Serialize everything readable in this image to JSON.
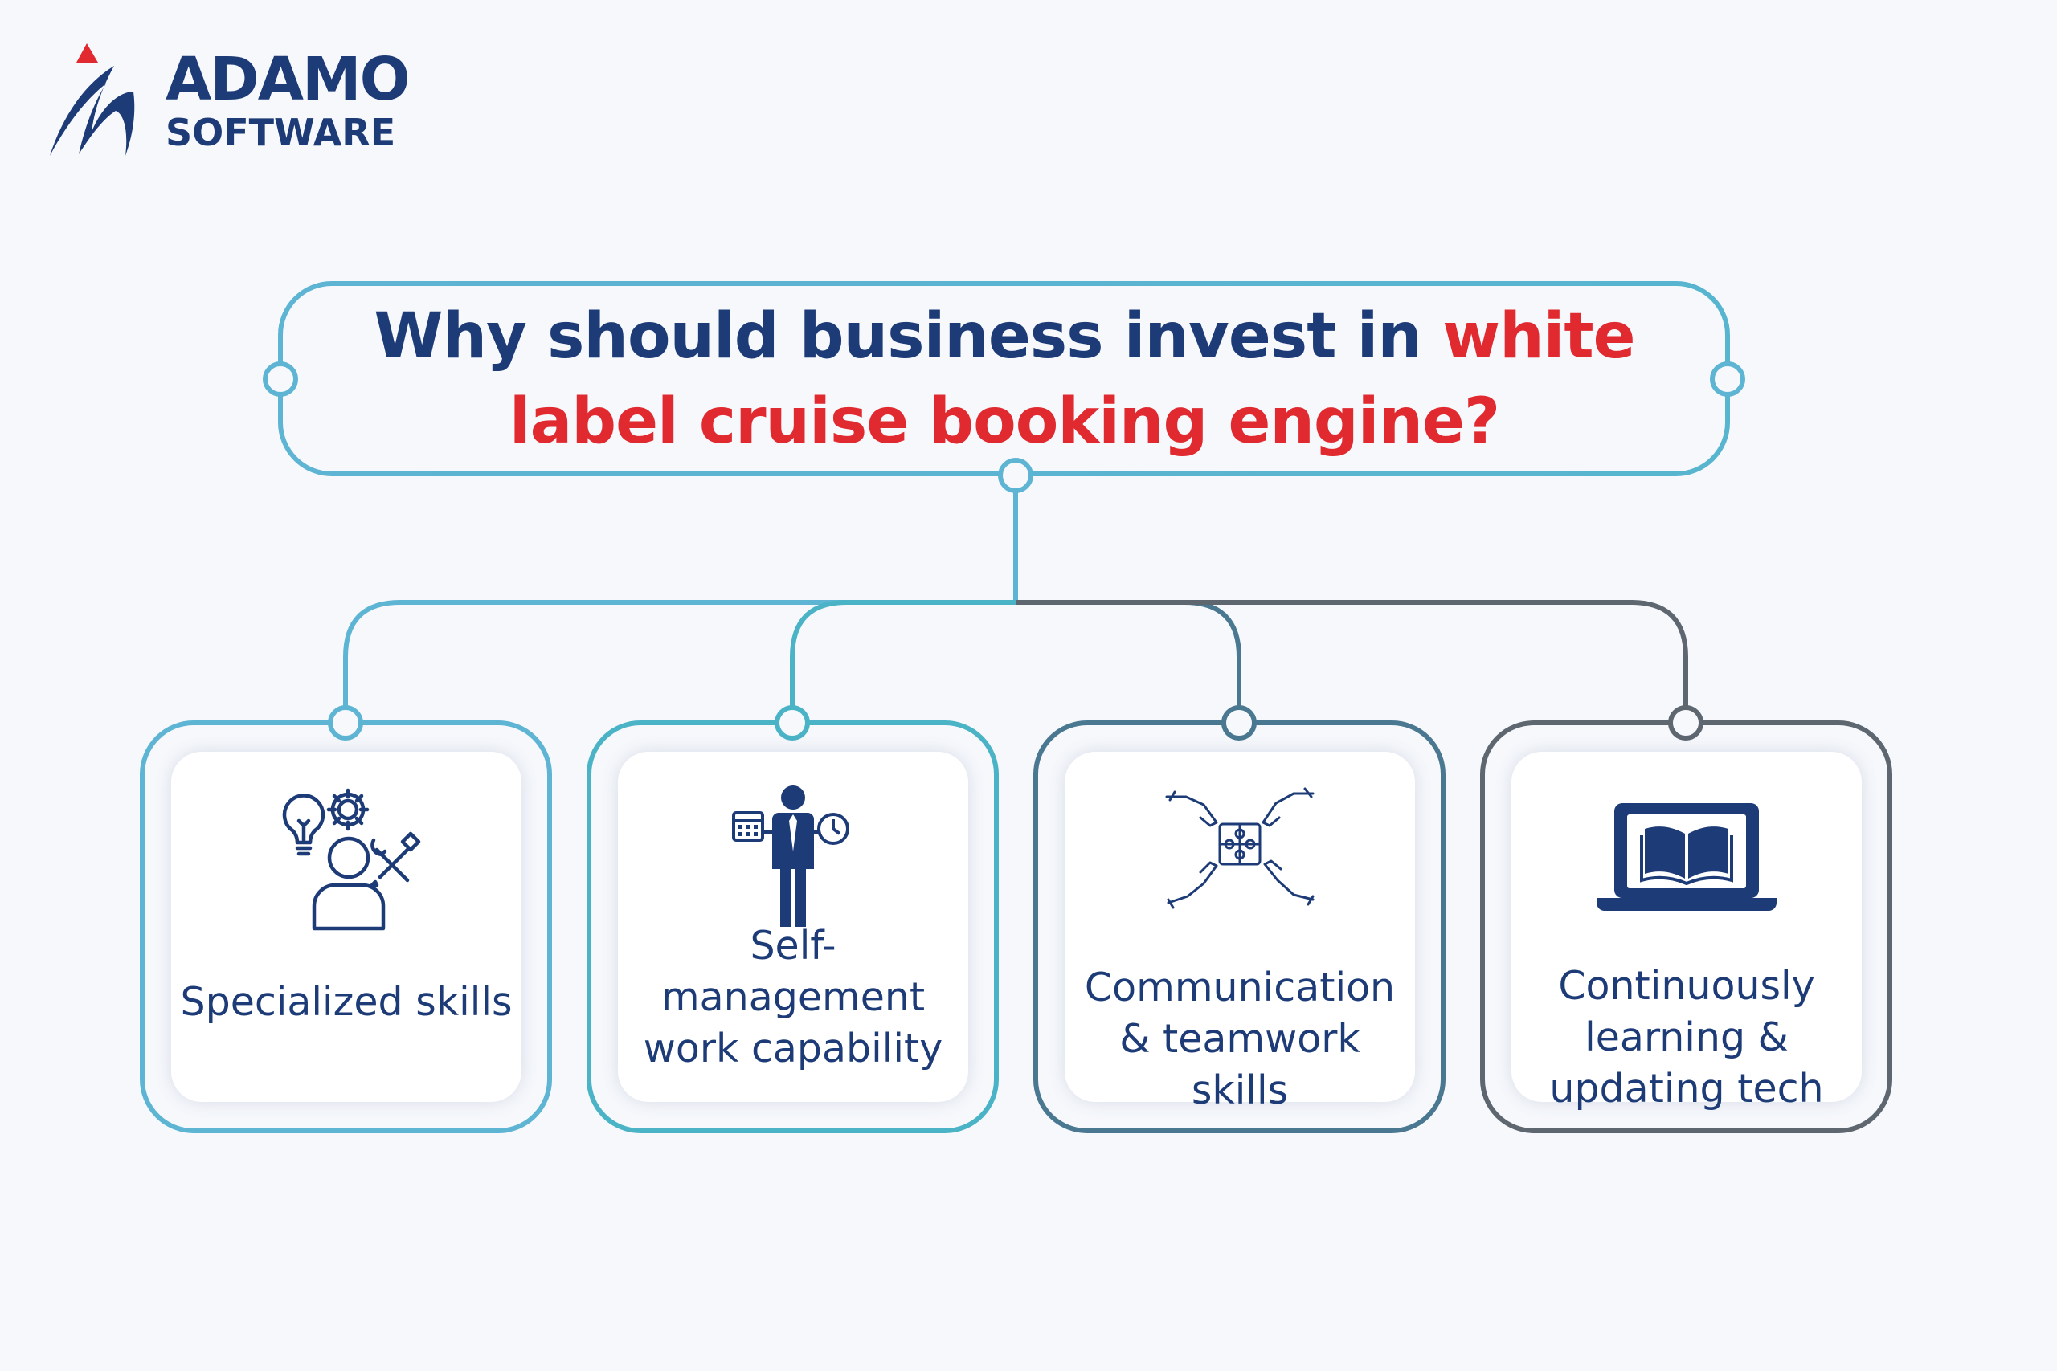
{
  "brand": {
    "line1": "ADAMO",
    "line2": "SOFTWARE"
  },
  "title": {
    "part1": "Why should business invest in ",
    "part2": "white",
    "part3": "label cruise booking engine?"
  },
  "colors": {
    "navy": "#1d3b77",
    "red": "#e02a2f",
    "teal_light": "#5eb4d3",
    "teal": "#4bb3c6",
    "slate": "#4a7891",
    "gray": "#5e6670"
  },
  "items": [
    {
      "label": "Specialized skills",
      "icon": "specialized-skills-icon"
    },
    {
      "label": "Self-management work capability",
      "icon": "self-management-icon"
    },
    {
      "label": "Communication & teamwork skills",
      "icon": "teamwork-puzzle-icon"
    },
    {
      "label": "Continuously learning & updating tech",
      "icon": "laptop-book-icon"
    }
  ]
}
